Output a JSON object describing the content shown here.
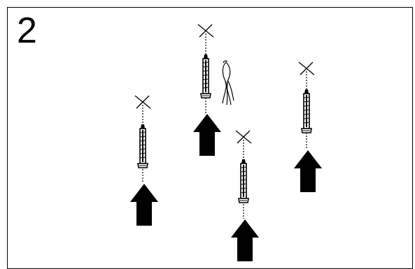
{
  "step": {
    "number": "2"
  },
  "diagram": {
    "stroke_color": "#000000",
    "fill_color": "#000000",
    "background": "#ffffff",
    "fasteners": [
      {
        "name": "screw-1",
        "icon": "screw-icon",
        "mark": "cross-mark-icon",
        "arrow": "up-arrow-icon"
      },
      {
        "name": "screw-2",
        "icon": "screw-icon",
        "mark": "cross-mark-icon",
        "arrow": "up-arrow-icon"
      },
      {
        "name": "screw-3",
        "icon": "screw-icon",
        "mark": "cross-mark-icon",
        "arrow": "up-arrow-icon"
      },
      {
        "name": "screw-4",
        "icon": "screw-icon",
        "mark": "cross-mark-icon",
        "arrow": "up-arrow-icon"
      }
    ],
    "extra_parts": [
      {
        "name": "wire-bundle",
        "icon": "wire-bundle-icon"
      }
    ]
  }
}
